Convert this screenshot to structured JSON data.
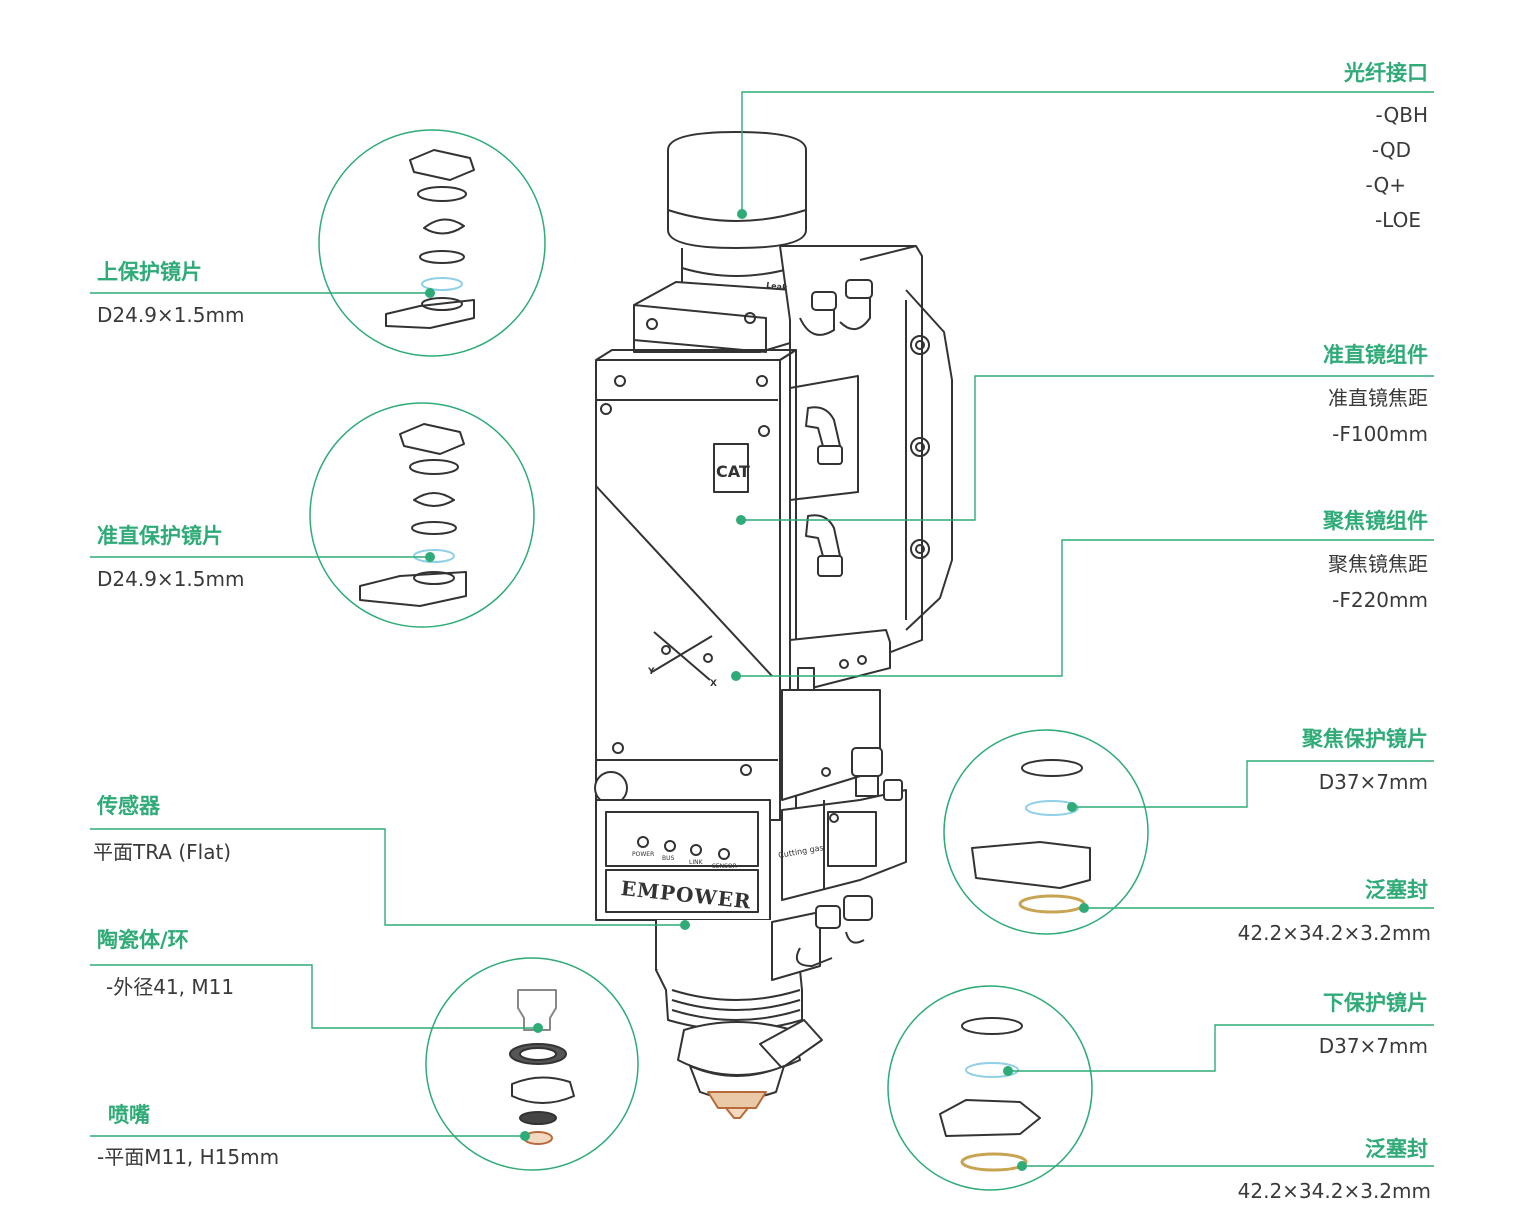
{
  "accent_color": "#2eab77",
  "line_color": "#333333",
  "head": {
    "panel_logo": "CAT",
    "brand": "EMPOWER",
    "indicators": [
      "POWER",
      "BUS",
      "LINK",
      "SENSOR"
    ],
    "side_label": "Leak",
    "side_label_2": "Cutting gas",
    "axis_x": "X",
    "axis_y": "Y"
  },
  "callouts": {
    "fiber": {
      "title": "光纤接口",
      "lines": [
        "-QBH",
        "-QD",
        "-Q+",
        "-LOE"
      ]
    },
    "collimator": {
      "title": "准直镜组件",
      "lines": [
        "准直镜焦距",
        "-F100mm"
      ]
    },
    "focus": {
      "title": "聚焦镜组件",
      "lines": [
        "聚焦镜焦距",
        "-F220mm"
      ]
    },
    "focus_protect": {
      "title": "聚焦保护镜片",
      "lines": [
        "D37×7mm"
      ]
    },
    "seal1": {
      "title": "泛塞封",
      "lines": [
        "42.2×34.2×3.2mm"
      ]
    },
    "lower_protect": {
      "title": "下保护镜片",
      "lines": [
        "D37×7mm"
      ]
    },
    "seal2": {
      "title": "泛塞封",
      "lines": [
        "42.2×34.2×3.2mm"
      ]
    },
    "upper_protect": {
      "title": "上保护镜片",
      "lines": [
        "D24.9×1.5mm"
      ]
    },
    "collim_protect": {
      "title": "准直保护镜片",
      "lines": [
        "D24.9×1.5mm"
      ]
    },
    "sensor": {
      "title": "传感器",
      "lines": [
        "平面TRA (Flat)"
      ]
    },
    "ceramic": {
      "title": "陶瓷体/环",
      "lines": [
        "-外径41, M11"
      ]
    },
    "nozzle": {
      "title": "喷嘴",
      "lines": [
        "-平面M11, H15mm"
      ]
    }
  }
}
